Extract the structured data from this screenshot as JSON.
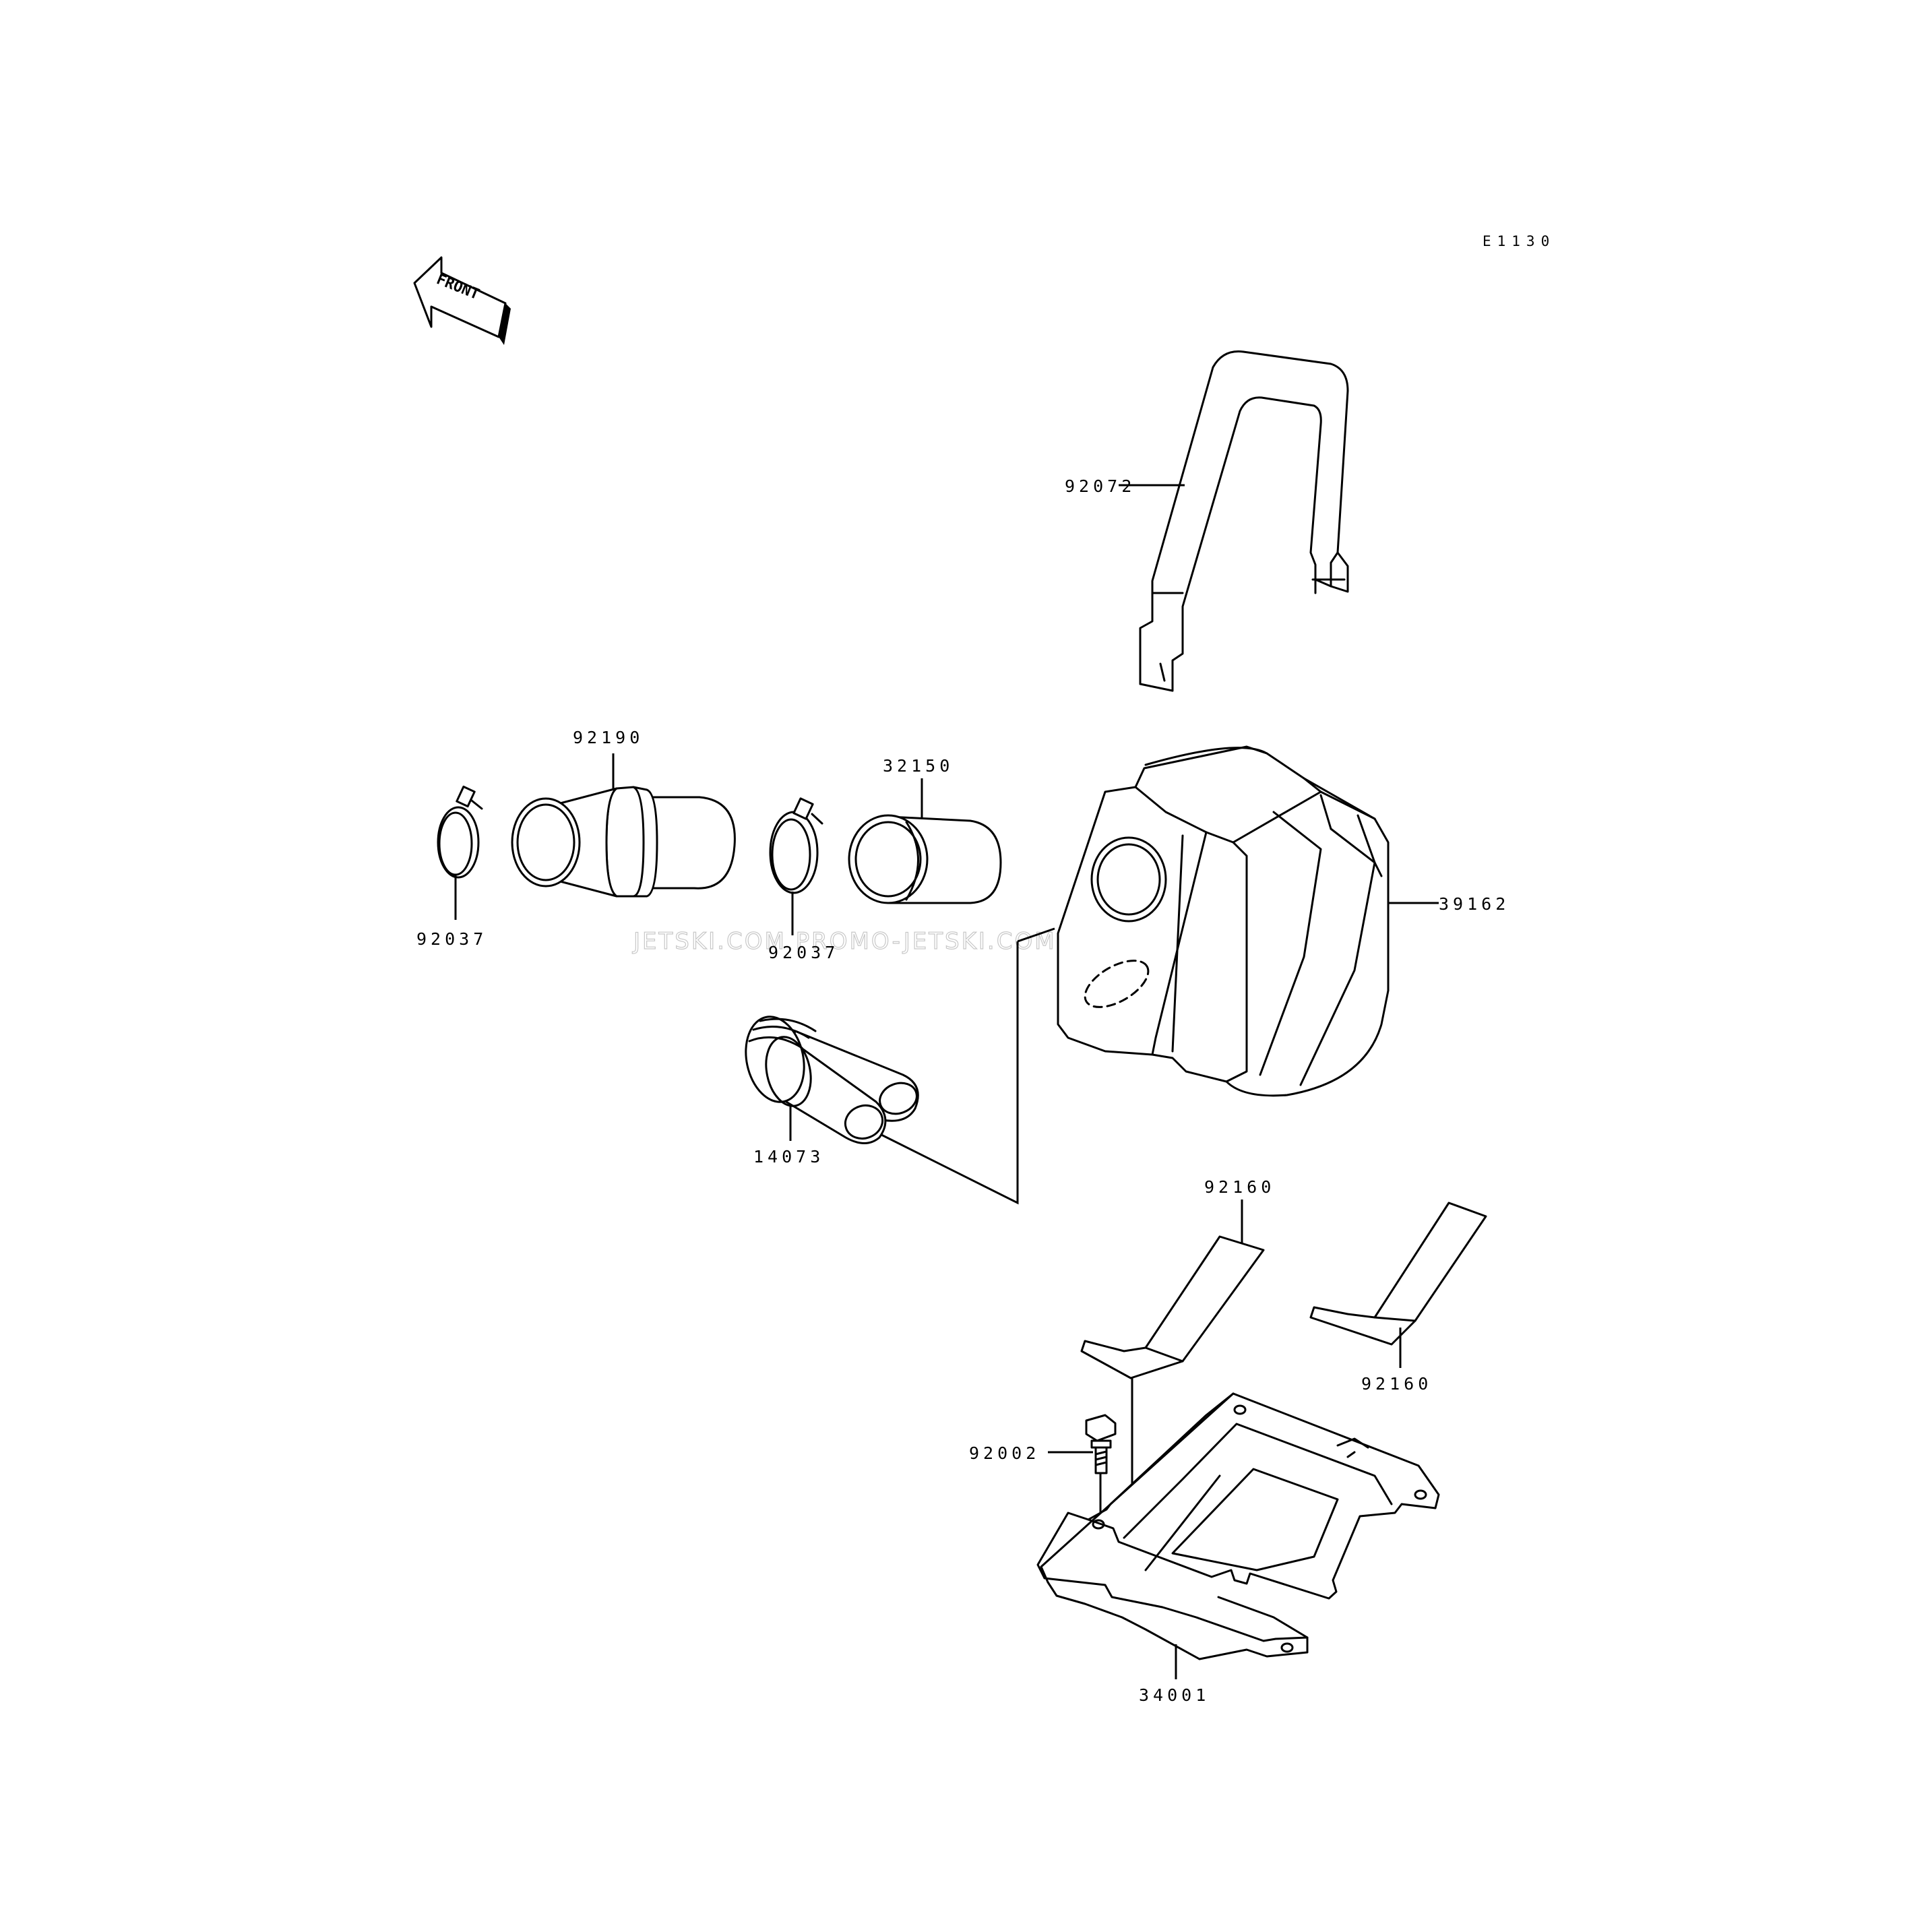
{
  "diagram": {
    "code": "E1130",
    "direction_label": "FRONT",
    "watermark": "JETSKI.COM  PROMO-JETSKI.COM  PROMO-JETSKI.COM",
    "callouts": [
      {
        "id": "strap",
        "part": "92072"
      },
      {
        "id": "hose",
        "part": "92190"
      },
      {
        "id": "duct",
        "part": "32150"
      },
      {
        "id": "box",
        "part": "39162"
      },
      {
        "id": "clamp-a",
        "part": "92037"
      },
      {
        "id": "clamp-b",
        "part": "92037"
      },
      {
        "id": "pipe",
        "part": "14073"
      },
      {
        "id": "pad-a",
        "part": "92160"
      },
      {
        "id": "pad-b",
        "part": "92160"
      },
      {
        "id": "bolt",
        "part": "92002"
      },
      {
        "id": "plate",
        "part": "34001"
      }
    ]
  }
}
